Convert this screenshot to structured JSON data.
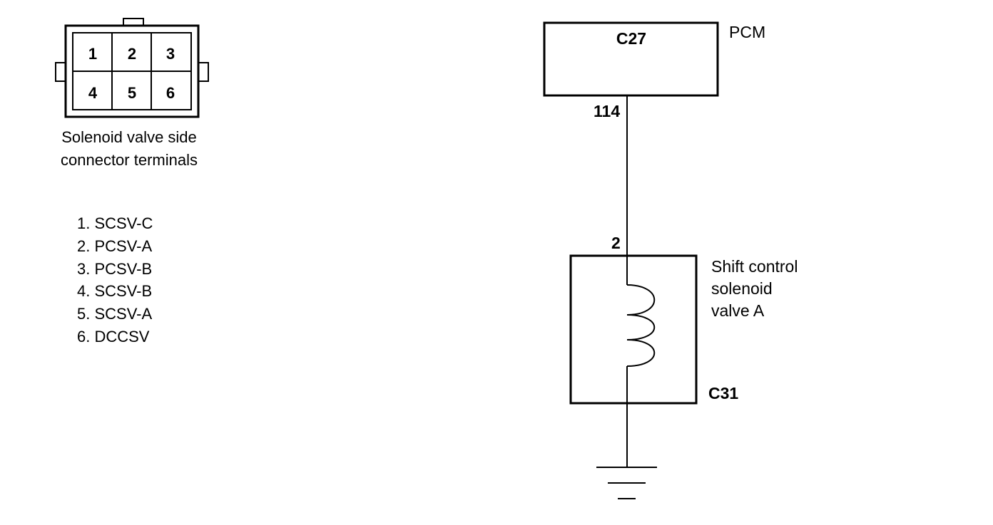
{
  "connector": {
    "pins": [
      "1",
      "2",
      "3",
      "4",
      "5",
      "6"
    ],
    "caption_line1": "Solenoid valve side",
    "caption_line2": "connector terminals"
  },
  "terminals": [
    "1. SCSV-C",
    "2. PCSV-A",
    "3. PCSV-B",
    "4. SCSV-B",
    "5. SCSV-A",
    "6. DCCSV"
  ],
  "circuit": {
    "pcm_connector": "C27",
    "pcm_label": "PCM",
    "pcm_pin": "114",
    "solenoid_pin": "2",
    "solenoid_label_line1": "Shift control",
    "solenoid_label_line2": "solenoid",
    "solenoid_label_line3": "valve A",
    "solenoid_connector": "C31"
  }
}
